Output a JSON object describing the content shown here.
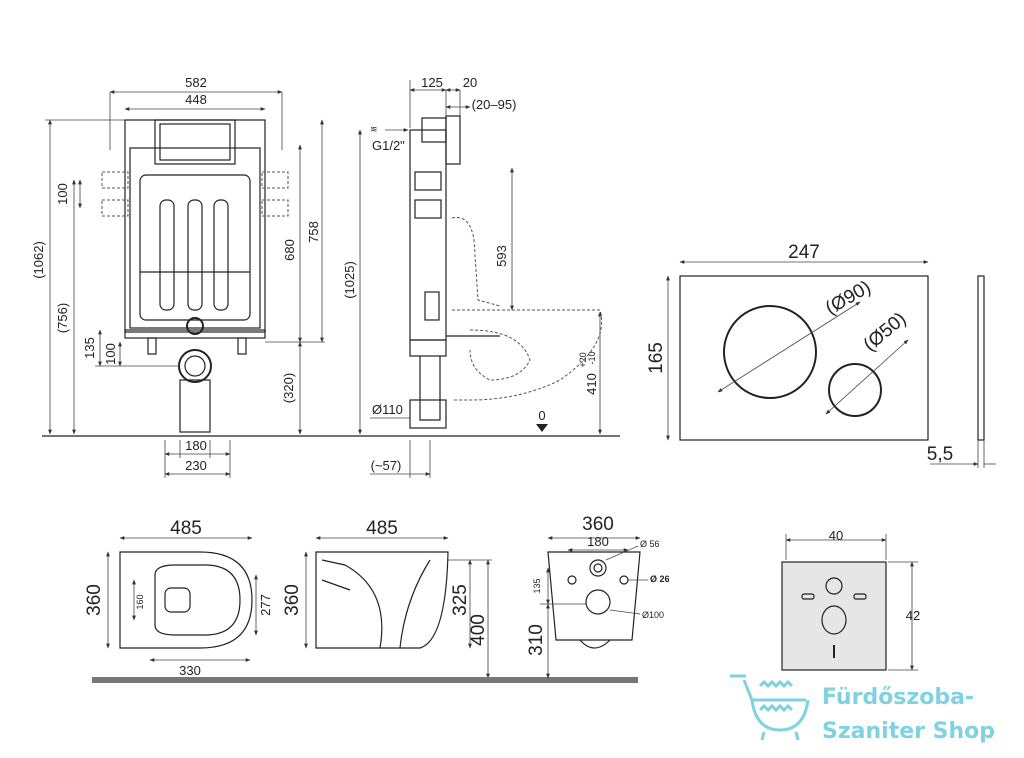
{
  "views": {
    "frame_front": {
      "width_outer": "582",
      "width_inner": "448",
      "height_total": "(1062)",
      "height_756": "(756)",
      "dim_100": "100",
      "height_758": "758",
      "height_680": "680",
      "dim_135": "135",
      "dim_100b": "100",
      "height_320": "(320)",
      "width_180": "180",
      "width_230": "230"
    },
    "frame_side": {
      "depth_125": "125",
      "depth_20": "20",
      "range_20_95": "(20–95)",
      "inlet": "G1/2\"",
      "height_1025": "(1025)",
      "height_593": "593",
      "height_410": "410",
      "tol_plus": "+20",
      "tol_minus": "-10",
      "drain": "Ø110",
      "offset_57": "(~57)",
      "zero": "0"
    },
    "flush_plate": {
      "width": "247",
      "height": "165",
      "big_button": "(Ø90)",
      "small_button": "(Ø50)",
      "thickness": "5,5"
    },
    "bowl_top": {
      "length": "485",
      "width": "360",
      "inner_277": "277",
      "inner_160": "160",
      "dist_330": "330"
    },
    "bowl_side": {
      "length": "485",
      "height": "360",
      "h325": "325",
      "h400": "400",
      "h310": "310"
    },
    "bowl_back": {
      "width": "360",
      "w180": "180",
      "d56": "Ø 56",
      "d26": "Ø 26",
      "h135": "135",
      "d100": "Ø100"
    },
    "gasket": {
      "width": "40",
      "height": "42"
    }
  },
  "watermark": {
    "line1": "Fürdőszoba-",
    "line2": "Szaniter Shop",
    "icon": "bathtub-icon",
    "color": "#7fd3e0"
  }
}
